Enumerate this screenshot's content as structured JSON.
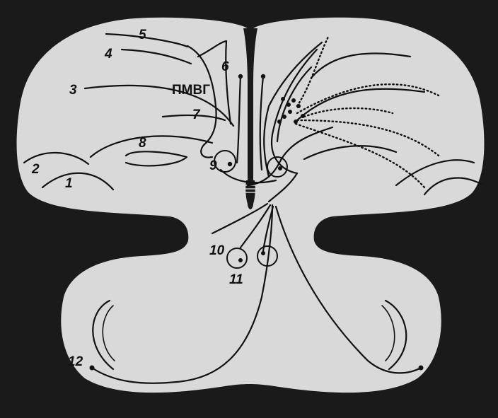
{
  "diagram": {
    "colors": {
      "background": "#1a1a1a",
      "tissue": "#d9d9d9",
      "ink": "#111111"
    },
    "labels": {
      "l1": "1",
      "l2": "2",
      "l3": "3",
      "l4": "4",
      "l5": "5",
      "l6": "6",
      "l7": "7",
      "l8": "8",
      "l9": "9",
      "l10": "10",
      "l11": "11",
      "l12": "12",
      "pmvg": "ПМВГ"
    }
  }
}
